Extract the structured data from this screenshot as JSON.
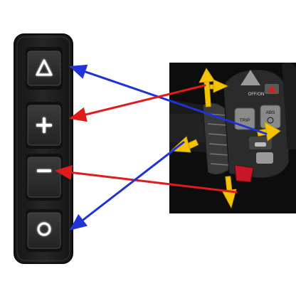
{
  "keypad": {
    "buttons": [
      {
        "symbol": "triangle",
        "icon": "triangle-icon"
      },
      {
        "symbol": "plus",
        "icon": "plus-icon"
      },
      {
        "symbol": "minus",
        "icon": "minus-icon"
      },
      {
        "symbol": "circle",
        "icon": "circle-icon"
      }
    ]
  },
  "handlebar_photo": {
    "labels": {
      "off_on": "OFF/ON",
      "trip": "TRIP",
      "abs": "ABS"
    }
  },
  "mapping_arrows": [
    {
      "from_button": "triangle",
      "color": "#1f33d6"
    },
    {
      "from_button": "plus",
      "color": "#e01b1b"
    },
    {
      "from_button": "minus",
      "color": "#e01b1b"
    },
    {
      "from_button": "circle",
      "color": "#1f33d6"
    }
  ],
  "colors": {
    "keypad_body": "#1d1d1d",
    "button_face": "#2c2c2c",
    "icon_glow": "#ffffff",
    "direction_arrows": "#f5c400",
    "blue_arrow": "#1f33d6",
    "red_arrow": "#e01b1b"
  }
}
